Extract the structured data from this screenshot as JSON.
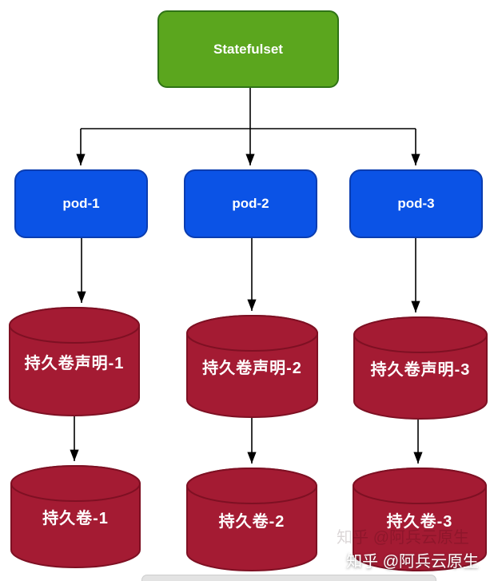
{
  "diagram": {
    "root_label": "Statefulset",
    "columns": [
      {
        "pod_label": "pod-1",
        "pvc_label": "持久卷声明-1",
        "pv_label": "持久卷-1"
      },
      {
        "pod_label": "pod-2",
        "pvc_label": "持久卷声明-2",
        "pv_label": "持久卷-2"
      },
      {
        "pod_label": "pod-3",
        "pvc_label": "持久卷声明-3",
        "pv_label": "持久卷-3"
      }
    ],
    "colors": {
      "statefulset_fill": "#5BA61E",
      "statefulset_border": "#2F7315",
      "pod_fill": "#0B53E6",
      "pod_border": "#0A3DB1",
      "volume_fill": "#A41B33",
      "volume_border": "#7E1023",
      "connector": "#000000",
      "label_text": "#FFFFFF"
    }
  },
  "watermark": {
    "text": "知乎 @阿兵云原生"
  }
}
